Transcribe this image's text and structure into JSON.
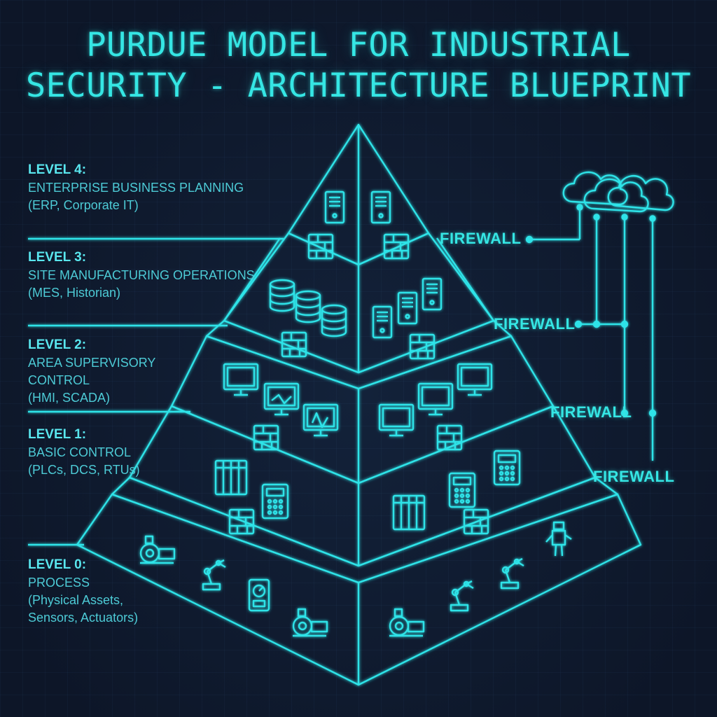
{
  "title": {
    "line1": "PURDUE MODEL FOR INDUSTRIAL",
    "line2": "SECURITY - ARCHITECTURE BLUEPRINT"
  },
  "levels": [
    {
      "heading": "LEVEL 4:",
      "lines": [
        "ENTERPRISE BUSINESS PLANNING",
        "(ERP, Corporate IT)"
      ]
    },
    {
      "heading": "LEVEL 3:",
      "lines": [
        "SITE MANUFACTURING OPERATIONS",
        "(MES, Historian)"
      ]
    },
    {
      "heading": "LEVEL 2:",
      "lines": [
        "AREA SUPERVISORY",
        "CONTROL",
        "(HMI, SCADA)"
      ]
    },
    {
      "heading": "LEVEL 1:",
      "lines": [
        "BASIC CONTROL",
        "(PLCs, DCS, RTUs)"
      ]
    },
    {
      "heading": "LEVEL 0:",
      "lines": [
        "PROCESS",
        "(Physical Assets,",
        "Sensors, Actuators)"
      ]
    }
  ],
  "firewalls": [
    "FIREWALL",
    "FIREWALL",
    "FIREWALL",
    "FIREWALL"
  ],
  "icons": [
    "server-icon",
    "database-icon",
    "monitor-icon",
    "plc-icon",
    "brick-firewall-icon",
    "pump-icon",
    "robot-arm-icon",
    "gauge-icon",
    "robot-icon",
    "cloud-icon"
  ],
  "colors": {
    "background": "#0f1a2e",
    "neon": "#35e6e4",
    "text": "#4dcbd6"
  }
}
